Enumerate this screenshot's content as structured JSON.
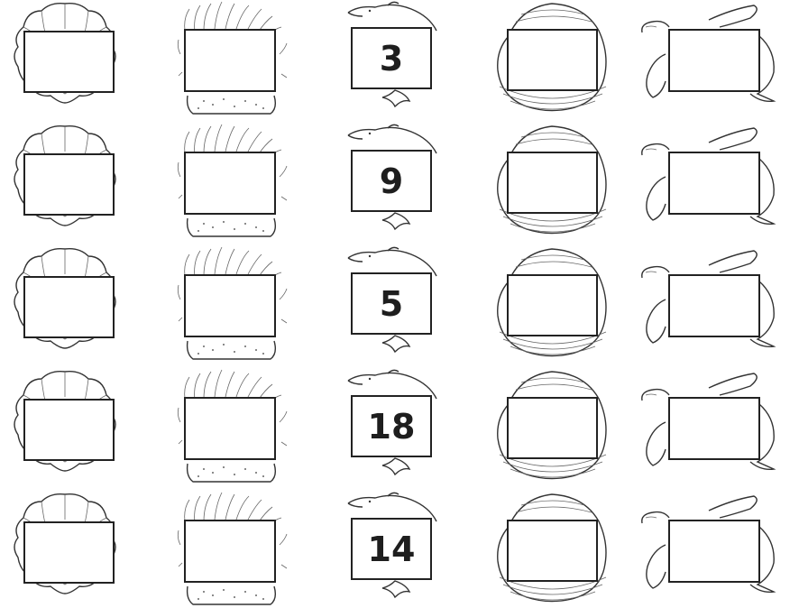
{
  "worksheet": {
    "rows": [
      {
        "dolphin_number": "3"
      },
      {
        "dolphin_number": "9"
      },
      {
        "dolphin_number": "5"
      },
      {
        "dolphin_number": "18"
      },
      {
        "dolphin_number": "14"
      }
    ],
    "icons": {
      "col1": "scallop-shell-icon",
      "col2": "sea-anemone-icon",
      "col3": "dolphin-icon",
      "col4": "clam-shell-icon",
      "col5": "sea-turtle-icon"
    },
    "colors": {
      "line": "#333333",
      "box_border": "#222222",
      "text": "#1e1e1e"
    }
  }
}
